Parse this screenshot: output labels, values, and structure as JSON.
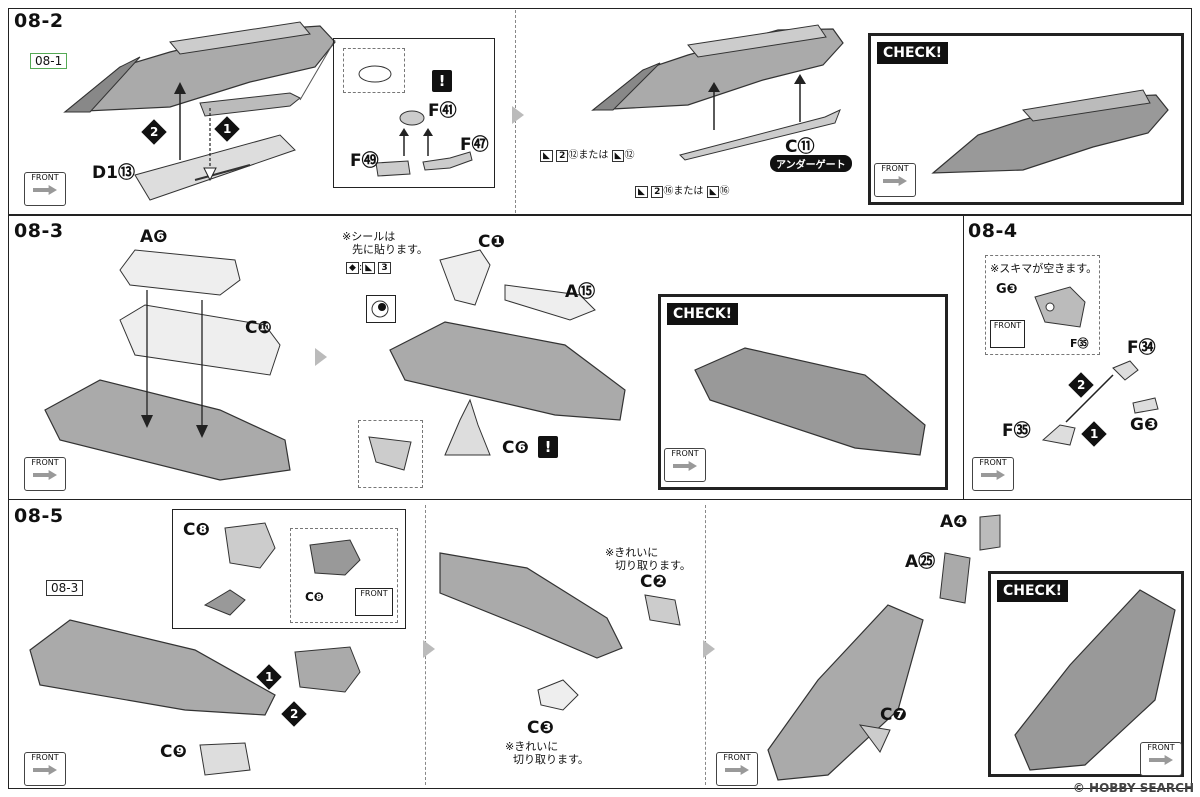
{
  "steps": {
    "s082": {
      "label": "08-2",
      "ref": "08-1"
    },
    "s083": {
      "label": "08-3"
    },
    "s084": {
      "label": "08-4"
    },
    "s085": {
      "label": "08-5",
      "ref": "08-3"
    }
  },
  "front_label": "FRONT",
  "check_label": "CHECK!",
  "exclaim": "!",
  "parts": {
    "d1_13": "D1⑬",
    "f41": "F㊶",
    "f49": "F㊾",
    "f47": "F㊼",
    "c11": "C⑪",
    "a6": "A❻",
    "c10": "C❿",
    "c1": "C❶",
    "a15": "A⑮",
    "c6": "C❻",
    "g3a": "G❸",
    "f35a": "F㉟",
    "f34": "F㉞",
    "f35b": "F㉟",
    "g3b": "G❸",
    "c8a": "C❽",
    "c8b": "C❽",
    "c9": "C❾",
    "c2": "C❷",
    "c3": "C❸",
    "a4": "A❹",
    "a25": "A㉕",
    "c7": "C❼"
  },
  "seq": {
    "one": "1",
    "two": "2"
  },
  "texts": {
    "under_gate": "アンダーゲート",
    "tool_1_a": "2",
    "tool_1_b": "⑫または",
    "tool_1_c": "⑫",
    "tool_2_a": "2",
    "tool_2_b": "⑯または",
    "tool_2_c": "⑯",
    "seal_note_1": "※シールは",
    "seal_note_2": "先に貼ります。",
    "seal_num": "3",
    "gap_note": "※スキマが空きます。",
    "clean_cut_1a": "※きれいに",
    "clean_cut_1b": "切り取ります。",
    "clean_cut_2a": "※きれいに",
    "clean_cut_2b": "切り取ります。",
    "watermark": "© HOBBY SEARCH"
  }
}
